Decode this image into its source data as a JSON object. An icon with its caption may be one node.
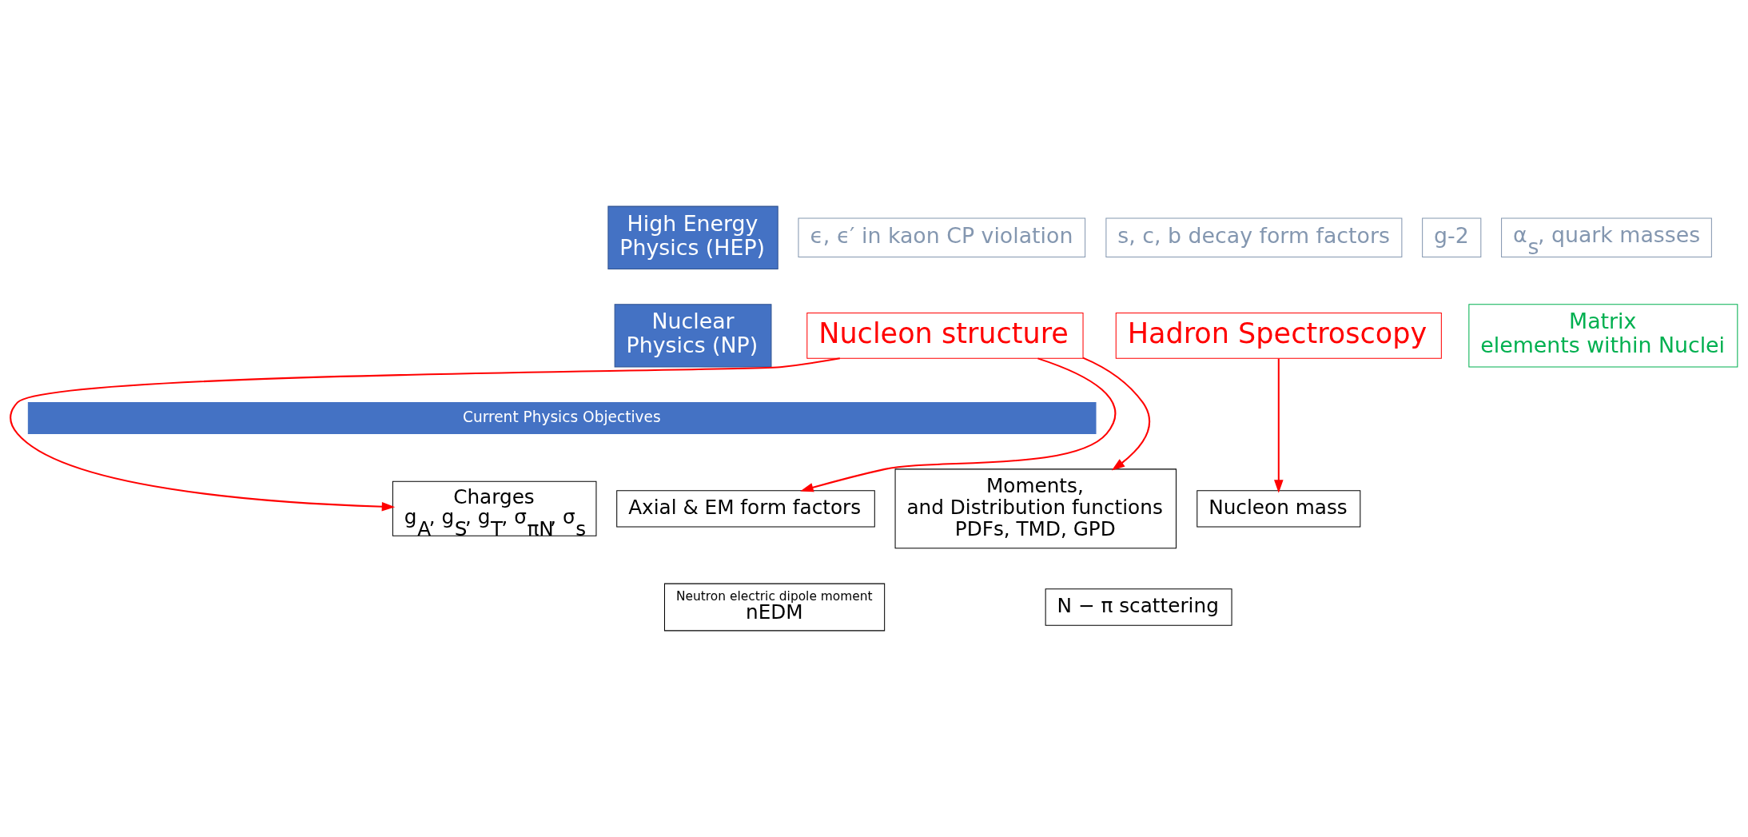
{
  "diagram": {
    "nodes": [
      {
        "text": [
          "High Energy Physics (HEP)"
        ]
      },
      {
        "text": [
          "ϵ, ϵ′ in kaon CP violation"
        ]
      },
      {
        "text": [
          "s, c, b decay form factors"
        ]
      },
      {
        "text": [
          "g-2"
        ]
      },
      {
        "text": [
          "α$_{s}$, quark masses"
        ]
      },
      {
        "text": [
          "Nuclear Physics (NP)"
        ]
      },
      {
        "text": [
          "Nucleon structure"
        ]
      },
      {
        "text": [
          "Hadron Spectroscopy"
        ]
      },
      {
        "text": [
          "Matrix elements within Nuclei"
        ]
      },
      {
        "text": [
          "Current Physics Objectives"
        ]
      },
      {
        "text": [
          "Charges",
          "g$_{A}$, g$_{S}$, g$_{T}$, σ$_{πN}$, σ$_{s}$"
        ]
      },
      {
        "text": [
          "Axial & EM form factors"
        ]
      },
      {
        "text": [
          "Neutron electric dipole moment",
          "nEDM"
        ]
      },
      {
        "text": [
          "Moments, and Distribution functions PDFs, TMD, GPD"
        ]
      },
      {
        "text": [
          "Nucleon mass"
        ]
      },
      {
        "text": [
          "N − π scattering"
        ]
      }
    ],
    "edges": [
      {
        "from": 6,
        "to": 10,
        "arrow": "to"
      },
      {
        "from": 6,
        "to": 11,
        "arrow": "to"
      },
      {
        "from": 6,
        "to": 13,
        "arrow": "to"
      },
      {
        "from": 7,
        "to": 14,
        "arrow": "to"
      }
    ]
  }
}
